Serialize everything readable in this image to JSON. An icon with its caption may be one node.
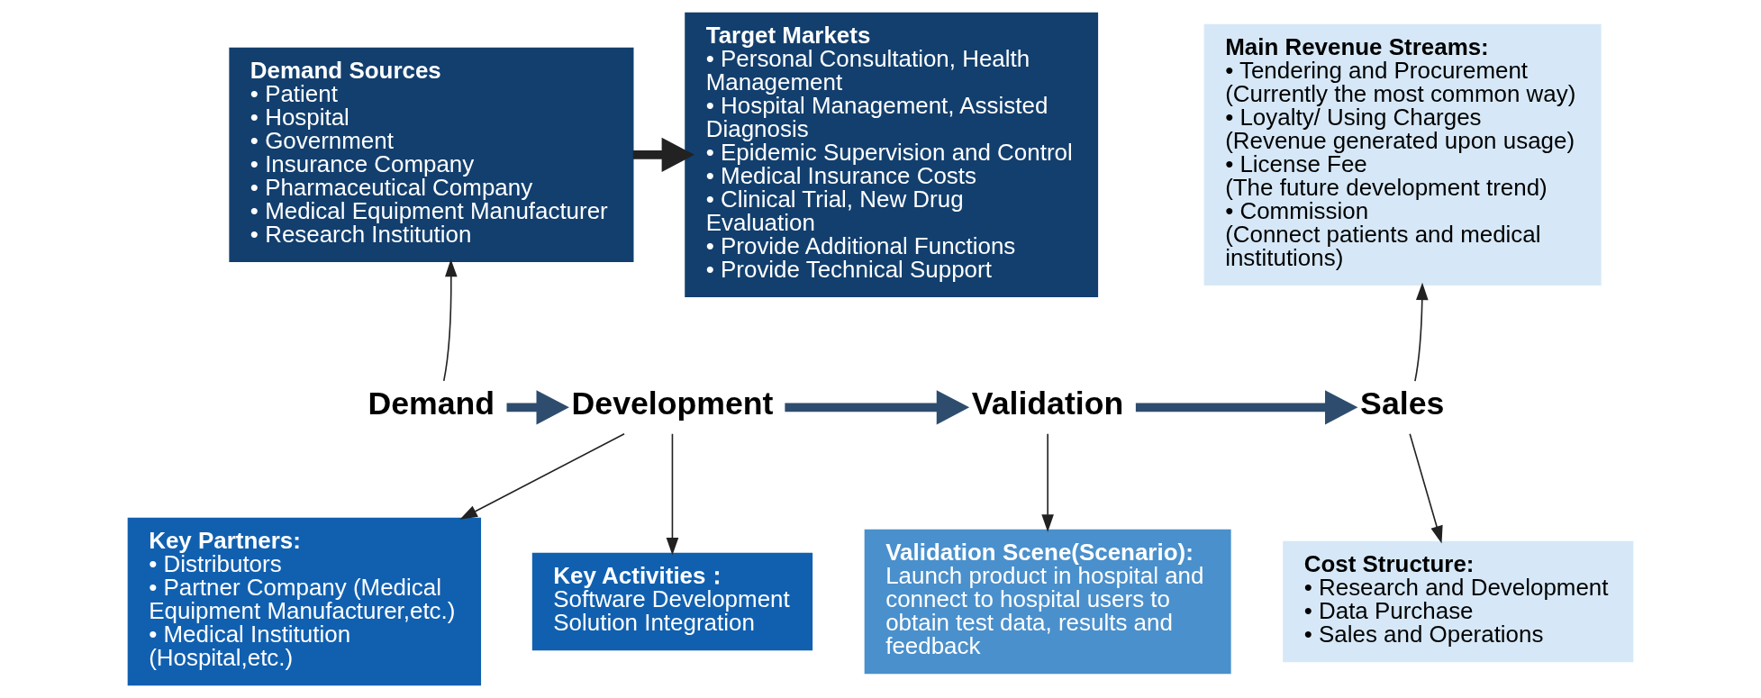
{
  "diagram": {
    "nodes": [
      {
        "text": [
          "Demand Sources",
          "• Patient",
          "• Hospital",
          "• Government",
          "• Insurance Company",
          "• Pharmaceutical Company",
          "• Medical Equipment Manufacturer",
          "• Research Institution"
        ]
      },
      {
        "text": [
          "Target Markets",
          "• Personal Consultation, Health Management",
          "• Hospital Management, Assisted Diagnosis",
          "• Epidemic Supervision and Control",
          "• Medical Insurance Costs",
          "• Clinical Trial, New Drug Evaluation",
          "• Provide Additional Functions",
          "• Provide Technical Support"
        ]
      },
      {
        "text": [
          "Main Revenue Streams:",
          "• Tendering and Procurement",
          "(Currently the most common way)",
          "• Loyalty/ Using Charges",
          "(Revenue generated upon usage)",
          "• License Fee",
          "(The future development trend)",
          "• Commission",
          "(Connect patients and medical institutions)"
        ]
      },
      {
        "text": [
          "Demand"
        ]
      },
      {
        "text": [
          "Development"
        ]
      },
      {
        "text": [
          "Validation"
        ]
      },
      {
        "text": [
          "Sales"
        ]
      },
      {
        "text": [
          "Key Partners:",
          "• Distributors",
          "• Partner Company (Medical Equipment Manufacturer,etc.)",
          "• Medical Institution (Hospital,etc.)"
        ]
      },
      {
        "text": [
          "Key Activities：",
          "Software Development",
          "Solution Integration"
        ]
      },
      {
        "text": [
          "Validation Scene(Scenario):",
          "Launch product in hospital and connect to hospital users to obtain test data, results and feedback"
        ]
      },
      {
        "text": [
          "Cost Structure:",
          "• Research and Development",
          "• Data Purchase",
          "• Sales and Operations"
        ]
      }
    ],
    "edges": [
      {
        "from": 3,
        "to": 0,
        "arrow": "to"
      },
      {
        "from": 0,
        "to": 1,
        "arrow": "to",
        "style": "thick"
      },
      {
        "from": 3,
        "to": 4,
        "arrow": "to",
        "style": "thick",
        "color": "#2e4d6e"
      },
      {
        "from": 4,
        "to": 5,
        "arrow": "to",
        "style": "thick",
        "color": "#2e4d6e"
      },
      {
        "from": 5,
        "to": 6,
        "arrow": "to",
        "style": "thick",
        "color": "#2e4d6e"
      },
      {
        "from": 4,
        "to": 7,
        "arrow": "to"
      },
      {
        "from": 4,
        "to": 8,
        "arrow": "to"
      },
      {
        "from": 5,
        "to": 9,
        "arrow": "to"
      },
      {
        "from": 6,
        "to": 2,
        "arrow": "to"
      },
      {
        "from": 6,
        "to": 10,
        "arrow": "to"
      }
    ]
  }
}
